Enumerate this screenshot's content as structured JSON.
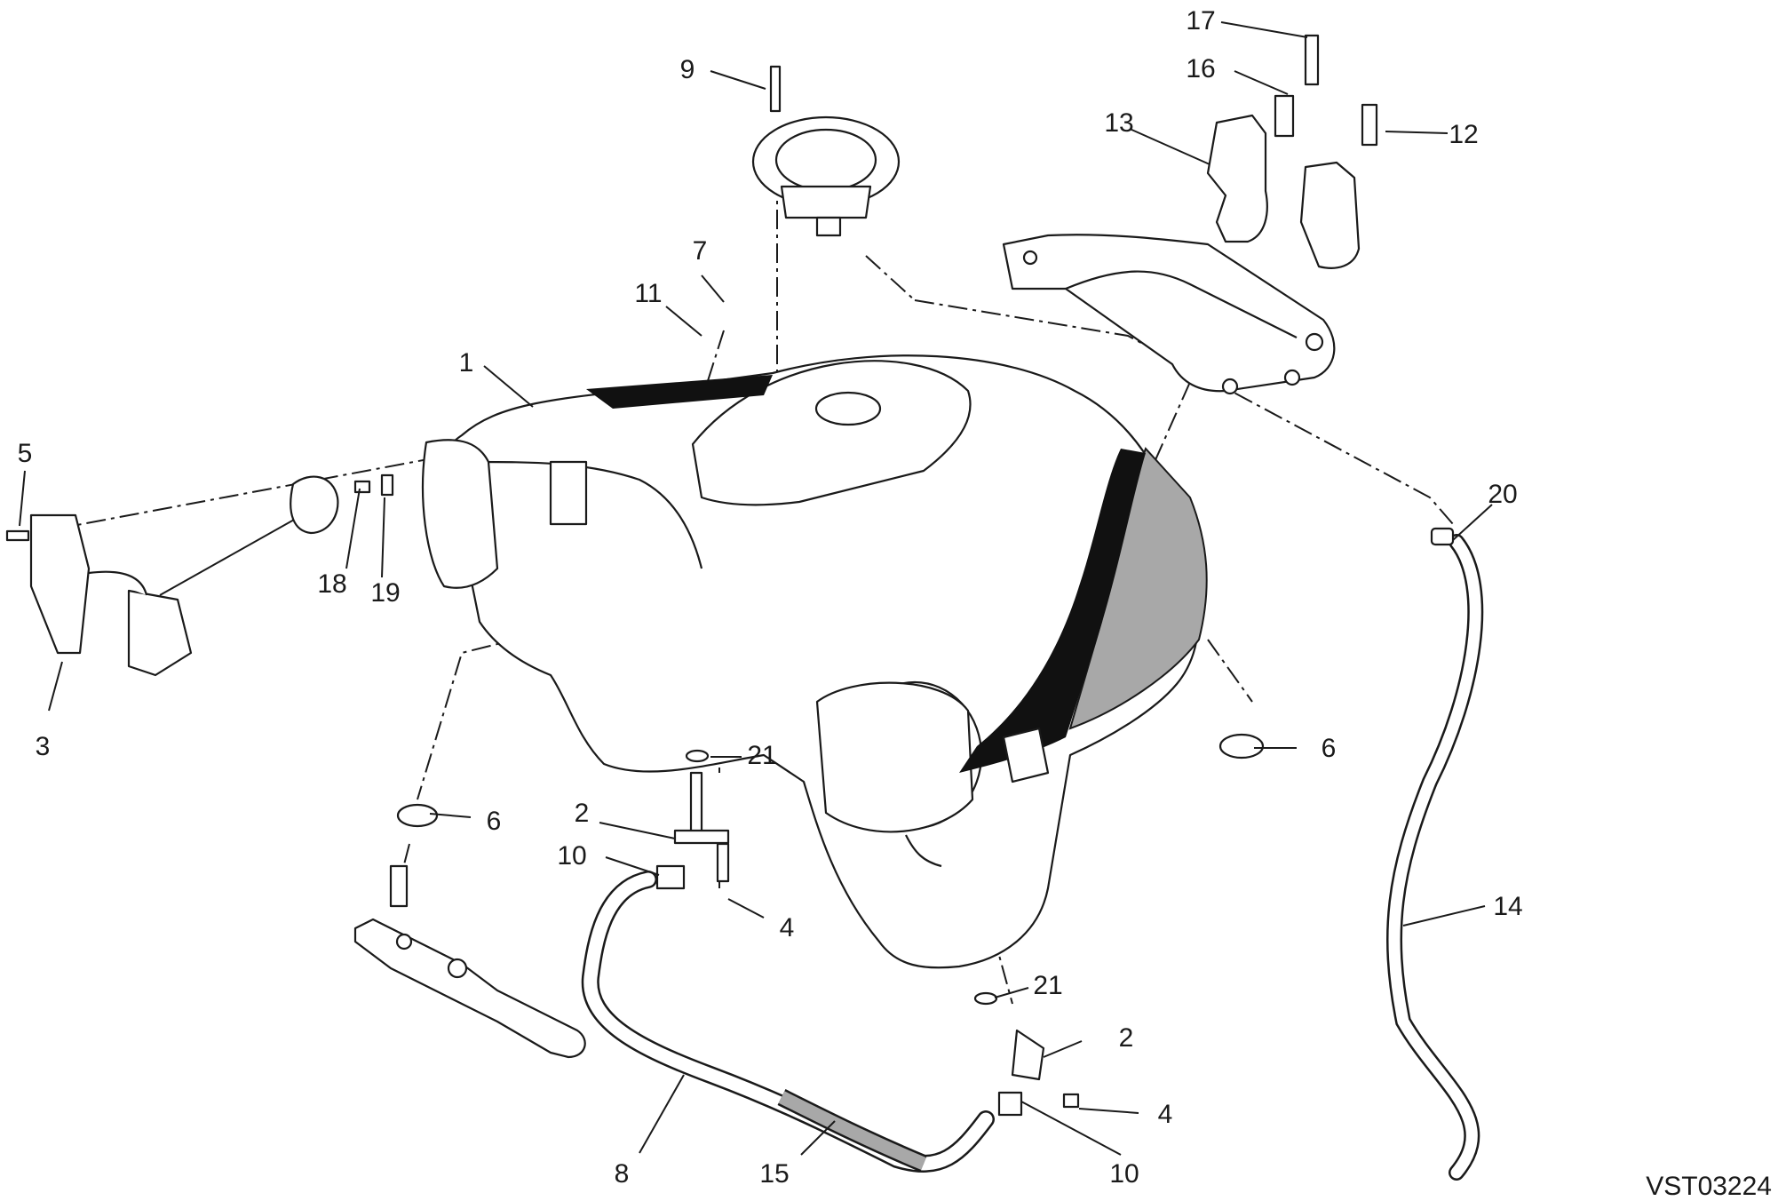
{
  "diagram": {
    "drawing_code": "VST03224",
    "callouts": [
      {
        "id": "c1",
        "label": "1"
      },
      {
        "id": "c2a",
        "label": "2"
      },
      {
        "id": "c2b",
        "label": "2"
      },
      {
        "id": "c3",
        "label": "3"
      },
      {
        "id": "c4a",
        "label": "4"
      },
      {
        "id": "c4b",
        "label": "4"
      },
      {
        "id": "c5",
        "label": "5"
      },
      {
        "id": "c6a",
        "label": "6"
      },
      {
        "id": "c6b",
        "label": "6"
      },
      {
        "id": "c7",
        "label": "7"
      },
      {
        "id": "c8",
        "label": "8"
      },
      {
        "id": "c9",
        "label": "9"
      },
      {
        "id": "c10a",
        "label": "10"
      },
      {
        "id": "c10b",
        "label": "10"
      },
      {
        "id": "c11",
        "label": "11"
      },
      {
        "id": "c12",
        "label": "12"
      },
      {
        "id": "c13",
        "label": "13"
      },
      {
        "id": "c14",
        "label": "14"
      },
      {
        "id": "c15",
        "label": "15"
      },
      {
        "id": "c16",
        "label": "16"
      },
      {
        "id": "c17",
        "label": "17"
      },
      {
        "id": "c18",
        "label": "18"
      },
      {
        "id": "c19",
        "label": "19"
      },
      {
        "id": "c20",
        "label": "20"
      },
      {
        "id": "c21a",
        "label": "21"
      },
      {
        "id": "c21b",
        "label": "21"
      }
    ]
  }
}
